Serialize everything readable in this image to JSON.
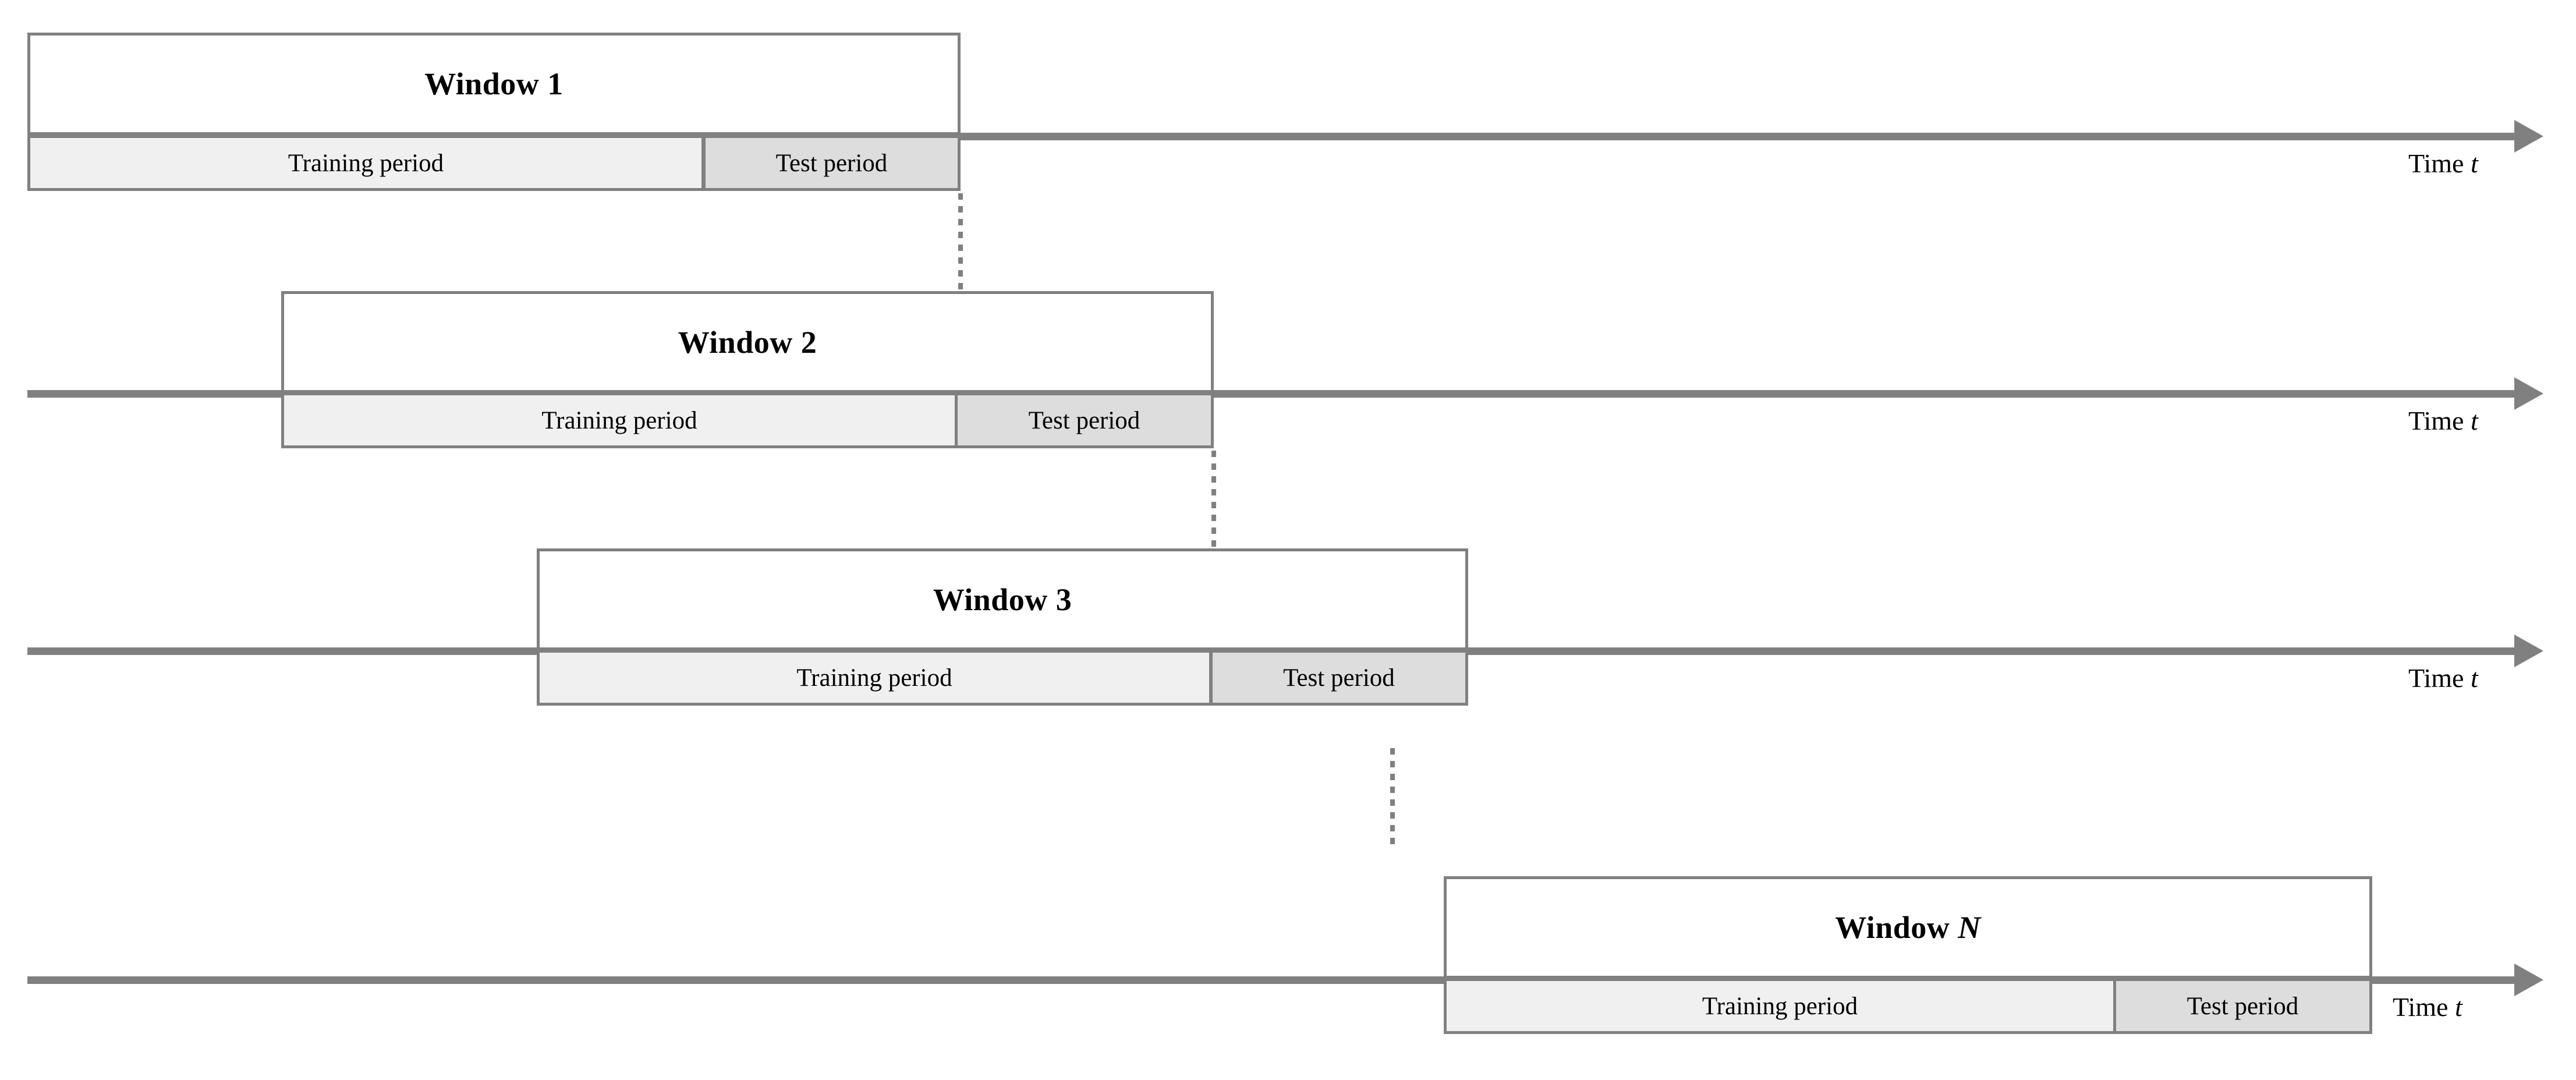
{
  "figure": {
    "kind": "rolling-window-diagram",
    "colors": {
      "stroke_gray": "#808080",
      "training_fill": "#F0F0F0",
      "test_fill": "#DDDDDD",
      "text": "#000000",
      "background": "#FFFFFF"
    },
    "axis_label": "Time ",
    "axis_label_italic": "t",
    "labels": {
      "training": "Training period",
      "test": "Test period"
    },
    "windows": [
      {
        "title_prefix": "Window ",
        "title_value": "1",
        "title_italic": false,
        "training": "Training period",
        "test": "Test period",
        "time_label": "Time ",
        "time_label_italic": "t"
      },
      {
        "title_prefix": "Window ",
        "title_value": "2",
        "title_italic": false,
        "training": "Training period",
        "test": "Test period",
        "time_label": "Time ",
        "time_label_italic": "t"
      },
      {
        "title_prefix": "Window ",
        "title_value": "3",
        "title_italic": false,
        "training": "Training period",
        "test": "Test period",
        "time_label": "Time ",
        "time_label_italic": "t"
      },
      {
        "title_prefix": "Window ",
        "title_value": "N",
        "title_italic": true,
        "training": "Training period",
        "test": "Test period",
        "time_label": "Time ",
        "time_label_italic": "t"
      }
    ],
    "ellipsis": {
      "name": "vertical-ellipsis",
      "meaning": "windows 4 through N-1 omitted"
    }
  }
}
